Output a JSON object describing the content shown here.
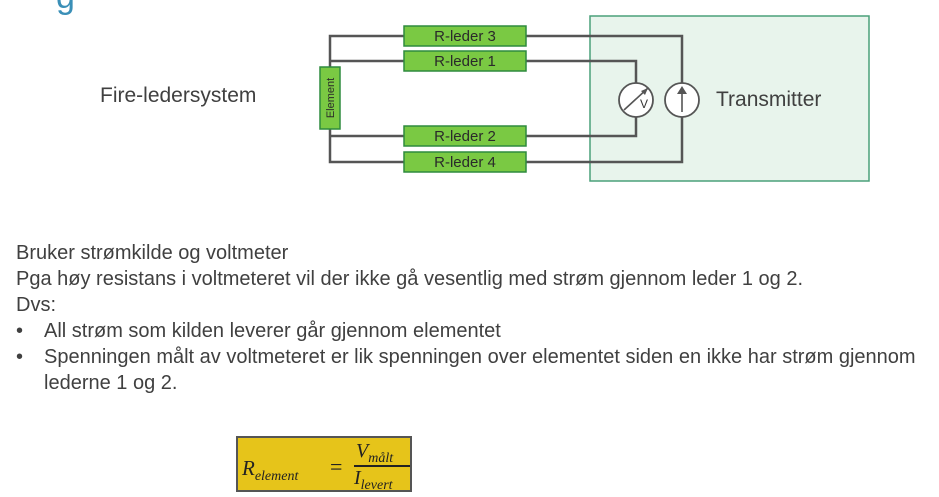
{
  "slide": {
    "title_fragment": "g",
    "system_label": "Fire-ledersystem"
  },
  "diagram": {
    "element_label": "Element",
    "resistors": [
      "R-leder 3",
      "R-leder 1",
      "R-leder 2",
      "R-leder 4"
    ],
    "voltmeter_symbol": "V",
    "transmitter_label": "Transmitter",
    "colors": {
      "wire": "#555555",
      "resistor_fill": "#7ac943",
      "resistor_border": "#2e8b3e",
      "transmitter_fill": "#e8f4ec",
      "transmitter_border": "#4aa07a"
    }
  },
  "text": {
    "line1": "Bruker strømkilde og voltmeter",
    "line2": "Pga høy resistans i voltmeteret vil der ikke gå vesentlig med strøm gjennom leder 1 og 2.",
    "line3": "Dvs:",
    "bullets": [
      "All strøm som kilden leverer går gjennom elementet",
      "Spenningen målt av voltmeteret er lik spenningen over elementet siden en ikke har strøm gjennom lederne 1 og 2."
    ]
  },
  "formula": {
    "lhs_var": "R",
    "lhs_sub": "element",
    "equals": "=",
    "num_var": "V",
    "num_sub": "målt",
    "den_var": "I",
    "den_sub": "levert",
    "color": "#e6c41a"
  }
}
